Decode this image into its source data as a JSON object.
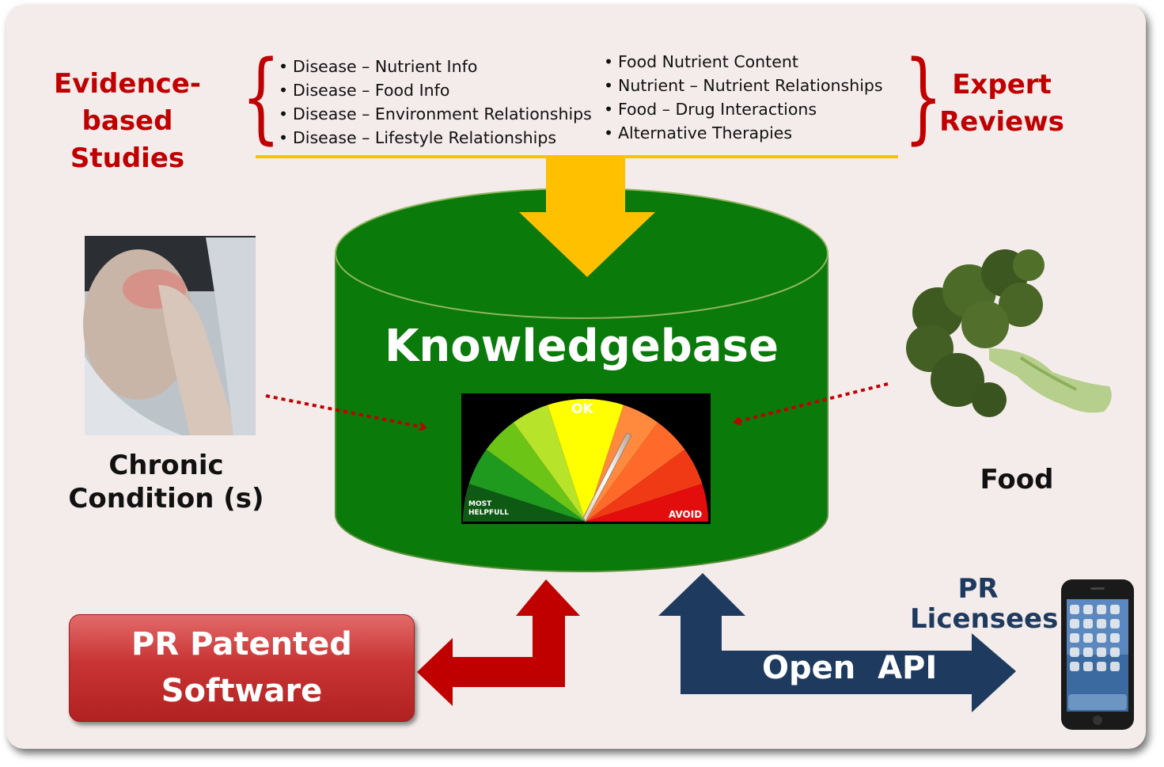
{
  "left_source": {
    "line1": "Evidence-based",
    "line2": "Studies"
  },
  "right_source": {
    "line1": "Expert",
    "line2": "Reviews"
  },
  "left_list": [
    "Disease – Nutrient Info",
    "Disease – Food Info",
    "Disease – Environment Relationships",
    "Disease – Lifestyle Relationships"
  ],
  "right_list": [
    "Food Nutrient Content",
    "Nutrient – Nutrient Relationships",
    "Food – Drug Interactions",
    "Alternative Therapies"
  ],
  "knowledgebase": {
    "title": "Knowledgebase"
  },
  "gauge": {
    "ok_label": "OK",
    "left_label_1": "MOST",
    "left_label_2": "HELPFULL",
    "right_label": "AVOID"
  },
  "chronic": {
    "line1": "Chronic",
    "line2": "Condition (s)"
  },
  "food": {
    "label": "Food"
  },
  "software": {
    "line1": "PR Patented",
    "line2": "Software"
  },
  "api": {
    "label": "Open  API"
  },
  "licensees": {
    "line1": "PR",
    "line2": "Licensees"
  },
  "colors": {
    "accent_red": "#c00000",
    "kb_green": "#0a7a0a",
    "arrow_gold": "#ffc000",
    "api_navy": "#1f3a5f"
  },
  "icons": [
    "man-headache-photo",
    "broccoli-photo",
    "smartphone-icon",
    "gauge-icon"
  ]
}
